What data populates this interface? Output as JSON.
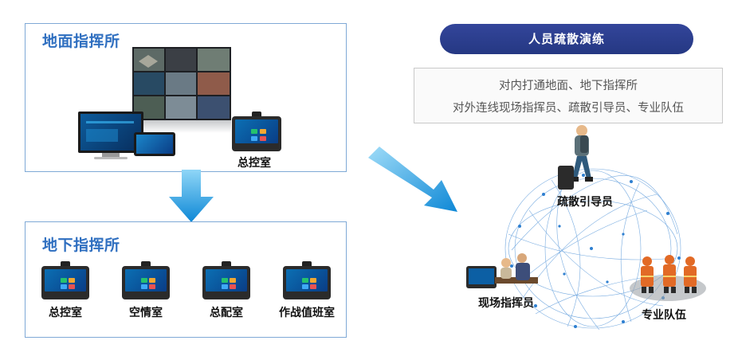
{
  "ground": {
    "title": "地面指挥所",
    "device_label": "总控室"
  },
  "underground": {
    "title": "地下指挥所",
    "rooms": [
      "总控室",
      "空情室",
      "总配室",
      "作战值班室"
    ]
  },
  "drill": {
    "banner": "人员疏散演练",
    "lines": [
      "对内打通地面、地下指挥所",
      "对外连线现场指挥员、疏散引导员、专业队伍"
    ],
    "nodes": {
      "guide": "疏散引导员",
      "commander": "现场指挥员",
      "team": "专业队伍"
    }
  },
  "colors": {
    "accent": "#2f6fc0",
    "banner": "#2b3c8d",
    "arrow": "#1aa3e8",
    "border": "#7fa9d6",
    "network": "#4a8fd6"
  }
}
